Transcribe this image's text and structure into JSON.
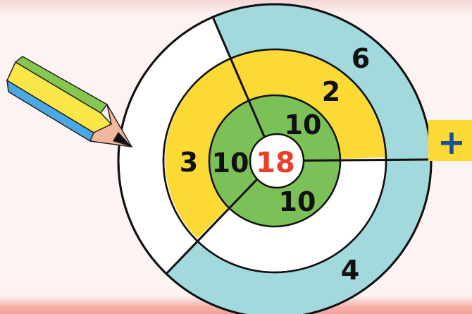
{
  "target": {
    "center_value": "18",
    "inner_ring": [
      "10",
      "10",
      "10"
    ],
    "middle_ring": [
      "2",
      "3"
    ],
    "outer_ring": [
      "6",
      "4"
    ]
  },
  "controls": {
    "add_symbol": "+"
  },
  "colors": {
    "center_text": "#e8402a",
    "inner_ring": "#7cc157",
    "middle_ring": "#fcd935",
    "outer_ring": "#a1d9dc",
    "add_button": "#fcd935",
    "add_symbol": "#1a4f9c"
  },
  "icons": [
    "pencil-icon",
    "plus-icon"
  ]
}
